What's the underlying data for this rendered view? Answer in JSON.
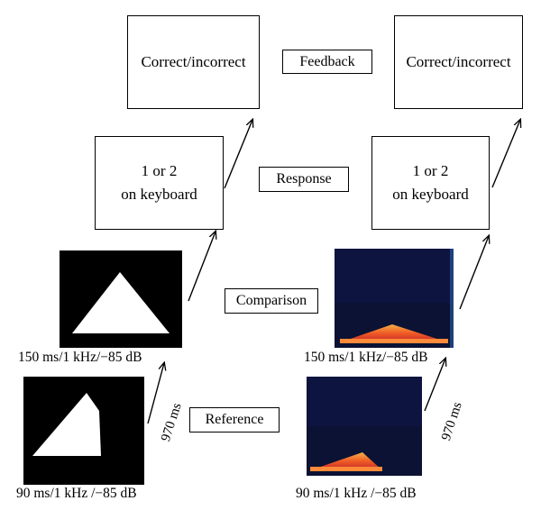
{
  "left_column": {
    "feedback_box": "Correct/incorrect",
    "response_box": {
      "line1": "1 or 2",
      "line2": "on keyboard"
    },
    "comparison_caption": "150 ms/1 kHz/−85 dB",
    "reference_caption": "90 ms/1 kHz /−85 dB",
    "interval_label": "970 ms"
  },
  "right_column": {
    "feedback_box": "Correct/incorrect",
    "response_box": {
      "line1": "1 or 2",
      "line2": "on keyboard"
    },
    "comparison_caption": "150 ms/1 kHz/−85 dB",
    "reference_caption": "90 ms/1 kHz /−85 dB",
    "interval_label": "970 ms"
  },
  "stage_labels": {
    "feedback": "Feedback",
    "response": "Response",
    "comparison": "Comparison",
    "reference": "Reference"
  },
  "colors": {
    "visual_stimulus_bg": "#000000",
    "visual_stimulus_shape": "#ffffff",
    "spectrogram_bg": "#0b1233",
    "spectrogram_energy": "#f26a1b"
  }
}
